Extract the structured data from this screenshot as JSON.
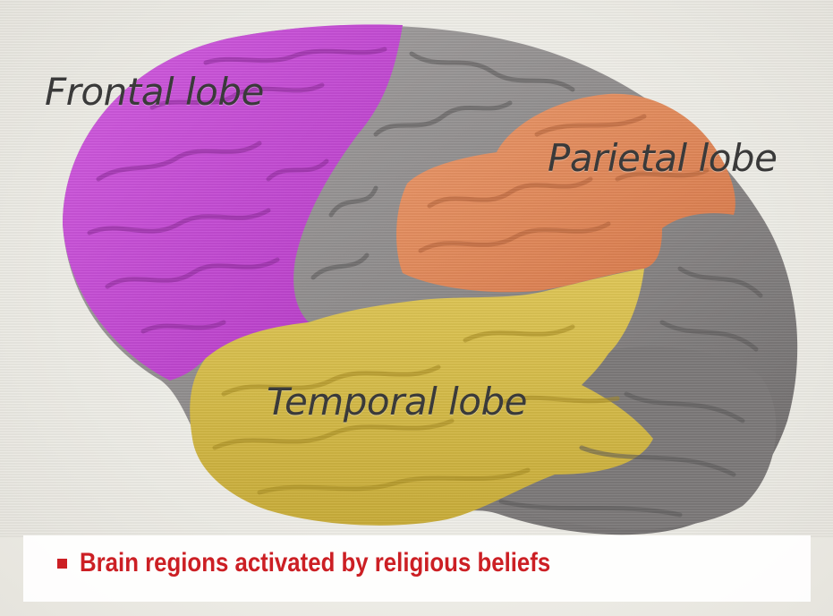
{
  "lobes": {
    "frontal": {
      "label": "Frontal lobe",
      "color": "#c546d4"
    },
    "parietal": {
      "label": "Parietal lobe",
      "color": "#e08558"
    },
    "temporal": {
      "label": "Temporal lobe",
      "color": "#d6bc48"
    }
  },
  "other_cortex_color": "#8e8b8b",
  "legend": {
    "text": "Brain regions activated by religious beliefs",
    "color": "#cc1f24"
  }
}
